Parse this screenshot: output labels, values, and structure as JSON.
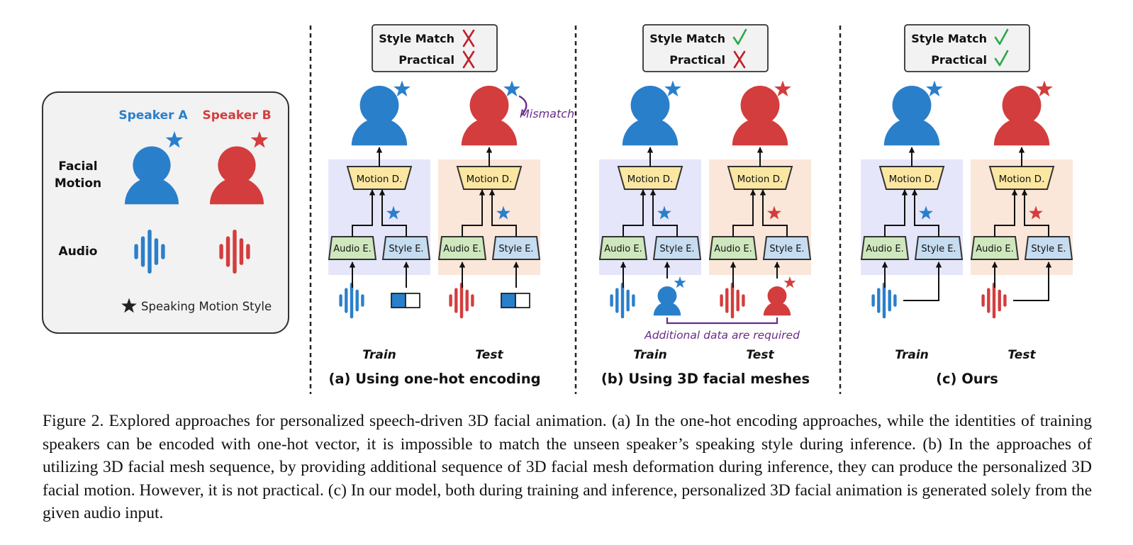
{
  "legend": {
    "speaker_a": "Speaker A",
    "speaker_b": "Speaker B",
    "row_facial_line1": "Facial",
    "row_facial_line2": "Motion",
    "row_audio": "Audio",
    "style_note": "Speaking Motion Style"
  },
  "status": {
    "style_match": "Style Match",
    "practical": "Practical"
  },
  "blocks": {
    "motion_decoder": "Motion D.",
    "audio_encoder": "Audio E.",
    "style_encoder": "Style E."
  },
  "panels": [
    {
      "title": "(a) Using one-hot encoding",
      "train": "Train",
      "test": "Test",
      "style_match_ok": false,
      "practical_ok": false
    },
    {
      "title": "(b) Using 3D facial meshes",
      "train": "Train",
      "test": "Test",
      "style_match_ok": true,
      "practical_ok": false
    },
    {
      "title": "(c) Ours",
      "train": "Train",
      "test": "Test",
      "style_match_ok": true,
      "practical_ok": true
    }
  ],
  "annotations": {
    "mismatch": "Mismatch",
    "additional": "Additional data are required"
  },
  "colors": {
    "speaker_a": "#2a7fcb",
    "speaker_b": "#d43d3d",
    "train_bg": "#e6e6fb",
    "test_bg": "#fbe6da",
    "motion_fill": "#fbe7a2",
    "audio_fill": "#cfe7bd",
    "style_fill": "#c6dcf1",
    "annotation": "#6a2c8a"
  },
  "caption": {
    "label": "Figure 2.",
    "text": "Explored approaches for personalized speech-driven 3D facial animation. (a) In the one-hot encoding approaches, while the identities of training speakers can be encoded with one-hot vector, it is impossible to match the unseen speaker’s speaking style during inference. (b) In the approaches of utilizing 3D facial mesh sequence, by providing additional sequence of 3D facial mesh deformation during inference, they can produce the personalized 3D facial motion. However, it is not practical. (c) In our model, both during training and inference, personalized 3D facial animation is generated solely from the given audio input."
  }
}
